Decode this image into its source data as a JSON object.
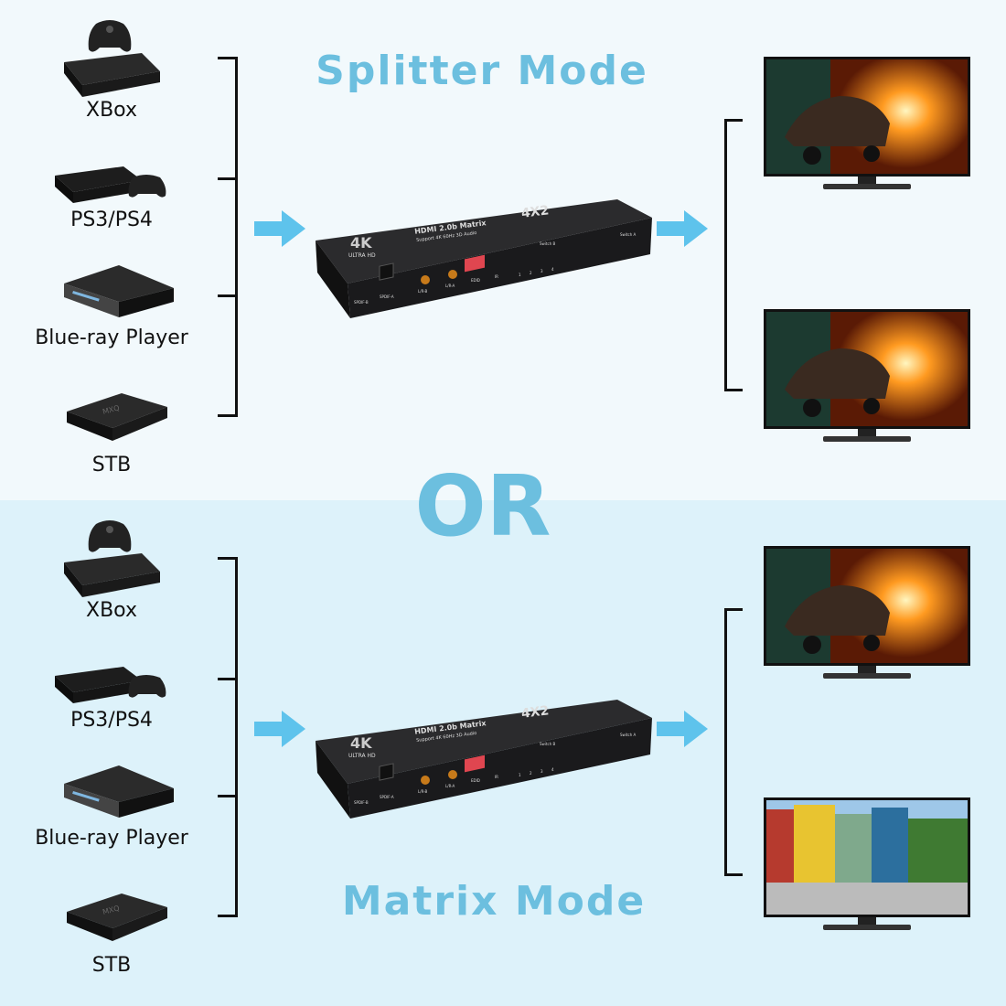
{
  "top_section": {
    "title": "Splitter Mode"
  },
  "separator": {
    "text": "OR"
  },
  "bottom_section": {
    "title": "Matrix Mode"
  },
  "sources": [
    {
      "label": "XBox",
      "icon": "xbox-console-icon"
    },
    {
      "label": "PS3/PS4",
      "icon": "playstation-console-icon"
    },
    {
      "label": "Blue-ray Player",
      "icon": "bluray-player-icon"
    },
    {
      "label": "STB",
      "icon": "set-top-box-icon"
    }
  ],
  "device": {
    "badge": "4K",
    "badge_sub": "ULTRA HD",
    "name": "HDMI 2.0b Matrix",
    "model": "4X2",
    "subtitle": "Support 4K 60Hz 3D Audio",
    "ports": [
      "SPDIF-B",
      "SPDIF-A",
      "L/R-B",
      "L/R-A",
      "EDID",
      "IR"
    ],
    "switch_b": "Switch B",
    "switch_a": "Switch A",
    "leds": [
      "1",
      "2",
      "3",
      "4"
    ]
  },
  "colors": {
    "accent": "#6cbfdf",
    "arrow": "#5ec3ec",
    "bg_top": "#f2f9fc",
    "bg_bottom": "#ddf2fa"
  }
}
